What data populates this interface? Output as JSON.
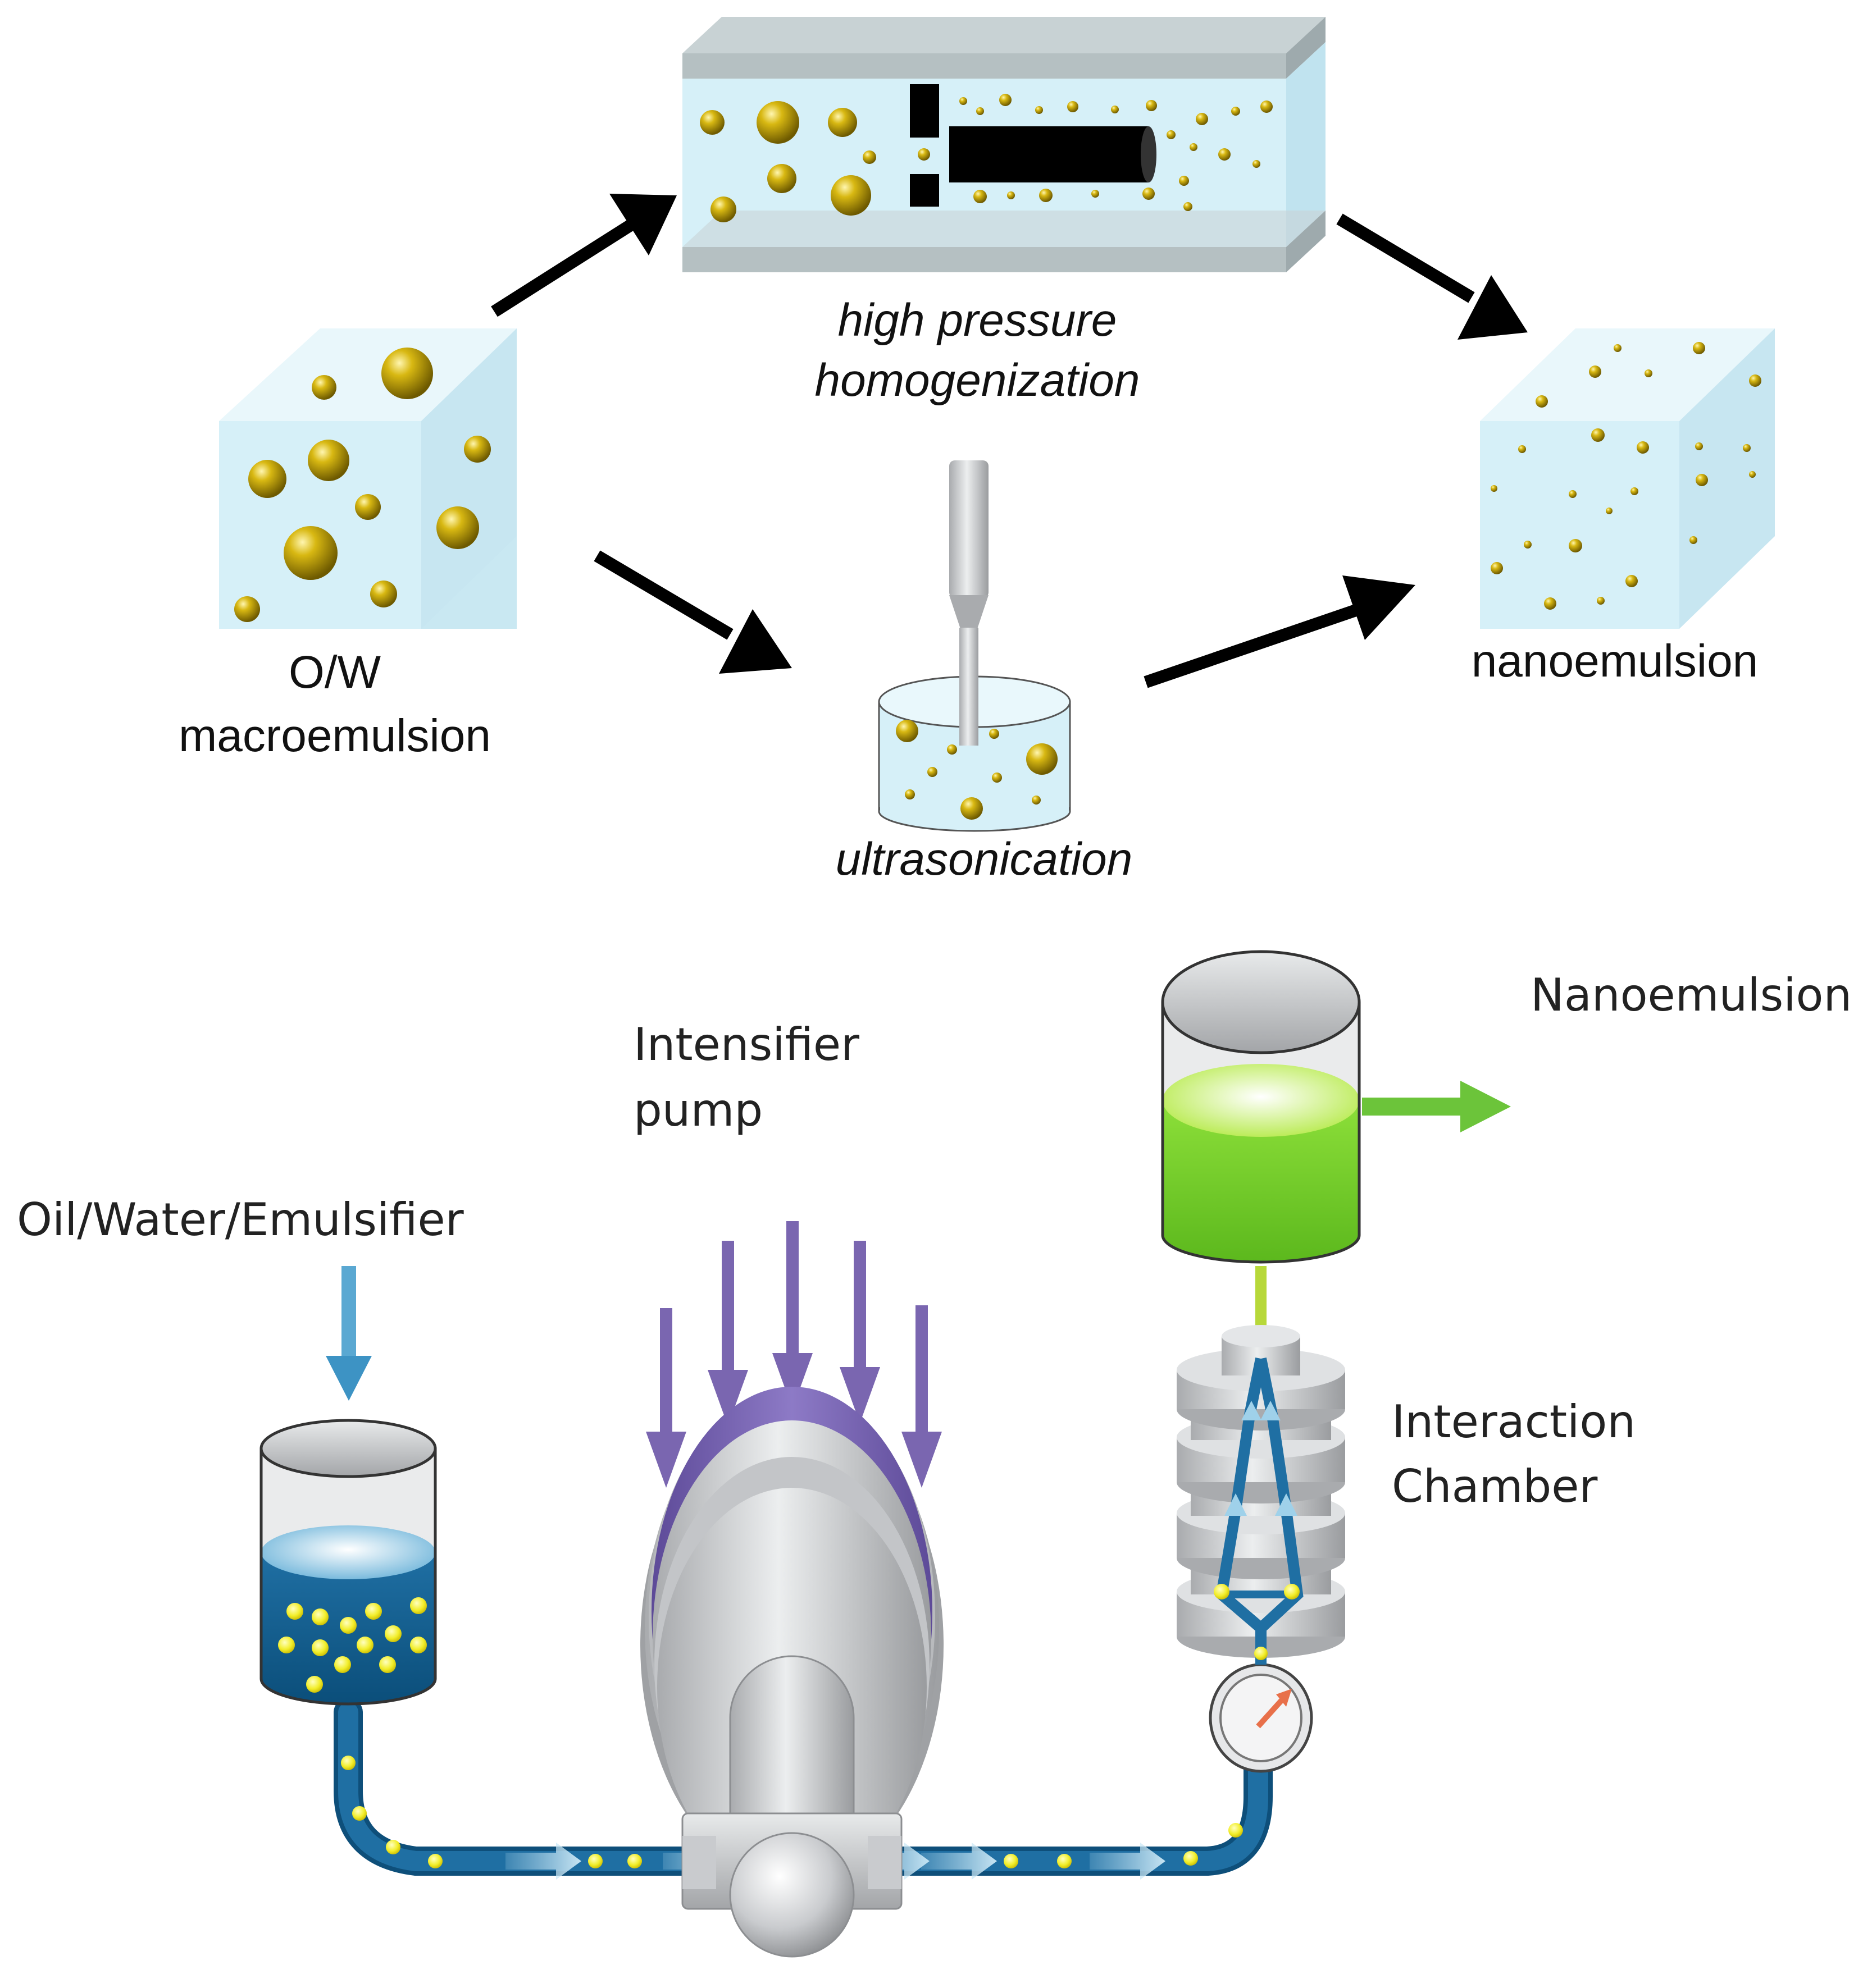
{
  "top": {
    "labels": {
      "macro_line1": "O/W",
      "macro_line2": "macroemulsion",
      "hph_line1": "high pressure",
      "hph_line2": "homogenization",
      "ultra": "ultrasonication",
      "nano": "nanoemulsion"
    }
  },
  "bottom": {
    "labels": {
      "input": "Oil/Water/Emulsifier",
      "pump_line1": "Intensifier",
      "pump_line2": "pump",
      "chamber_line1": "Interaction",
      "chamber_line2": "Chamber",
      "output": "Nanoemulsion"
    }
  },
  "colors": {
    "droplet": "#c9a800",
    "cube_face": "#d6f0f8",
    "process_arrow": "#000000",
    "pipe": "#0e5a8a",
    "droplet_bottom": "#f2ee2a",
    "pump_arrow": "#7a66b0",
    "nano_liquid": "#7ed321",
    "output_arrow": "#6cc43a"
  }
}
